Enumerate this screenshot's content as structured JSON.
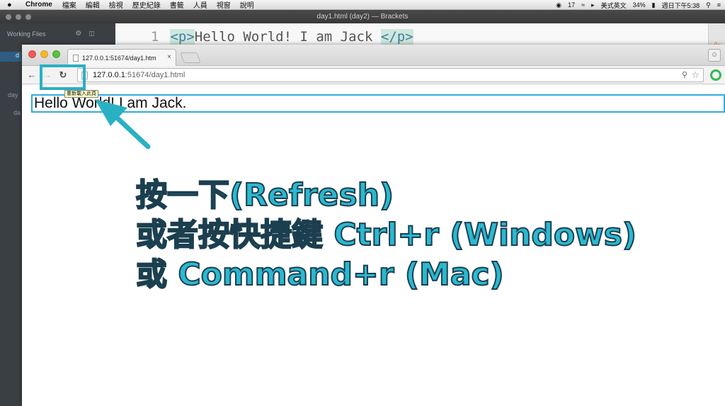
{
  "menubar": {
    "app_name": "Chrome",
    "menu_items": [
      "檔案",
      "編輯",
      "檢視",
      "歷史紀錄",
      "書籤",
      "人員",
      "視窗",
      "說明"
    ],
    "status": {
      "count": "17",
      "input_method": "美式英文",
      "battery": "34%",
      "clock": "週日下午5:38"
    }
  },
  "brackets": {
    "window_title": "day1.html (day2) — Brackets",
    "sidebar": {
      "working_files_label": "Working Files",
      "file_label": "d",
      "project_label": "day",
      "project_item_label": "da"
    },
    "editor": {
      "line_number": "1",
      "open_tag": "<p>",
      "text": "Hello World! I am Jack ",
      "close_tag": "</p>"
    }
  },
  "chrome": {
    "tab_title": "127.0.0.1:51674/day1.htm",
    "tab_close": "×",
    "url_host": "127.0.0.1",
    "url_rest": ":51674/day1.html",
    "tooltip": "重新載入此頁",
    "page_text": "Hello World! I am Jack."
  },
  "annotation": {
    "lines": [
      "按一下(Refresh)",
      "或者按快捷鍵 Ctrl+r (Windows)",
      "或 Command+r (Mac)"
    ]
  },
  "colors": {
    "accent": "#2ab0c4",
    "annotation_text": "#2bb8d0",
    "annotation_stroke": "#1b3f4f",
    "content_outline": "#33aadd"
  },
  "icons": {
    "apple": "apple-logo-icon",
    "back": "back-arrow-icon",
    "forward": "forward-arrow-icon",
    "reload": "reload-icon",
    "zoom": "zoom-icon",
    "bookmark": "star-icon",
    "extension": "extension-icon",
    "annotation_arrow": "pointer-arrow-icon"
  }
}
